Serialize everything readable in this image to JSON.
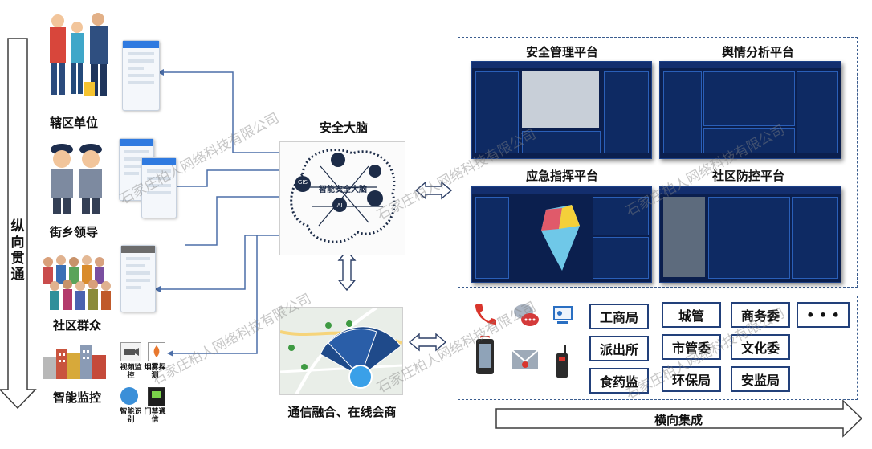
{
  "left_column": {
    "vertical_arrow_label": "纵向贯通",
    "groups": [
      {
        "label": "辖区单位"
      },
      {
        "label": "街乡领导"
      },
      {
        "label": "社区群众"
      },
      {
        "label": "智能监控"
      }
    ],
    "monitor_items": [
      {
        "label": "视频监控"
      },
      {
        "label": "烟雾探测"
      },
      {
        "label": "智能识别"
      },
      {
        "label": "门禁通信"
      }
    ]
  },
  "center": {
    "brain_title": "安全大脑",
    "brain_core_label": "智能安全大脑",
    "brain_node_labels": [
      "GIS",
      "AI"
    ],
    "comm_label": "通信融合、在线会商"
  },
  "platforms": [
    {
      "label": "安全管理平台"
    },
    {
      "label": "舆情分析平台"
    },
    {
      "label": "应急指挥平台"
    },
    {
      "label": "社区防控平台"
    }
  ],
  "departments": [
    "工商局",
    "城管",
    "商务委",
    "• • •",
    "派出所",
    "市管委",
    "文化委",
    "食药监",
    "环保局",
    "安监局"
  ],
  "bottom_arrow_label": "横向集成",
  "watermark": "石家庄柏人网络科技有限公司",
  "colors": {
    "arrow_blue": "#4b6ea8",
    "dash_border": "#3b5d8f",
    "screen_bg": "#0b1f4e",
    "dept_border": "#22407a"
  }
}
